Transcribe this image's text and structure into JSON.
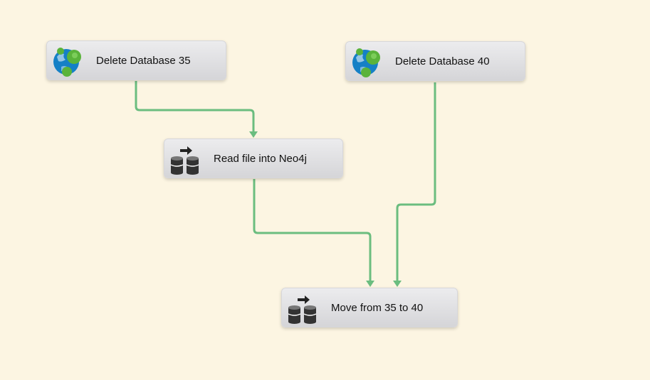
{
  "tasks": [
    {
      "id": "delete-35",
      "label": "Delete Database 35",
      "icon": "globe-icon"
    },
    {
      "id": "delete-40",
      "label": "Delete Database 40",
      "icon": "globe-icon"
    },
    {
      "id": "read-file",
      "label": "Read file into Neo4j",
      "icon": "database-transfer-icon"
    },
    {
      "id": "move",
      "label": "Move from 35 to 40",
      "icon": "database-transfer-icon"
    }
  ],
  "connections": [
    {
      "from": "delete-35",
      "to": "read-file"
    },
    {
      "from": "read-file",
      "to": "move"
    },
    {
      "from": "delete-40",
      "to": "move"
    }
  ],
  "colors": {
    "background": "#fcf5e2",
    "connector": "#6bbd7f",
    "globe_blue": "#1580c6",
    "globe_green": "#5ab33b"
  }
}
